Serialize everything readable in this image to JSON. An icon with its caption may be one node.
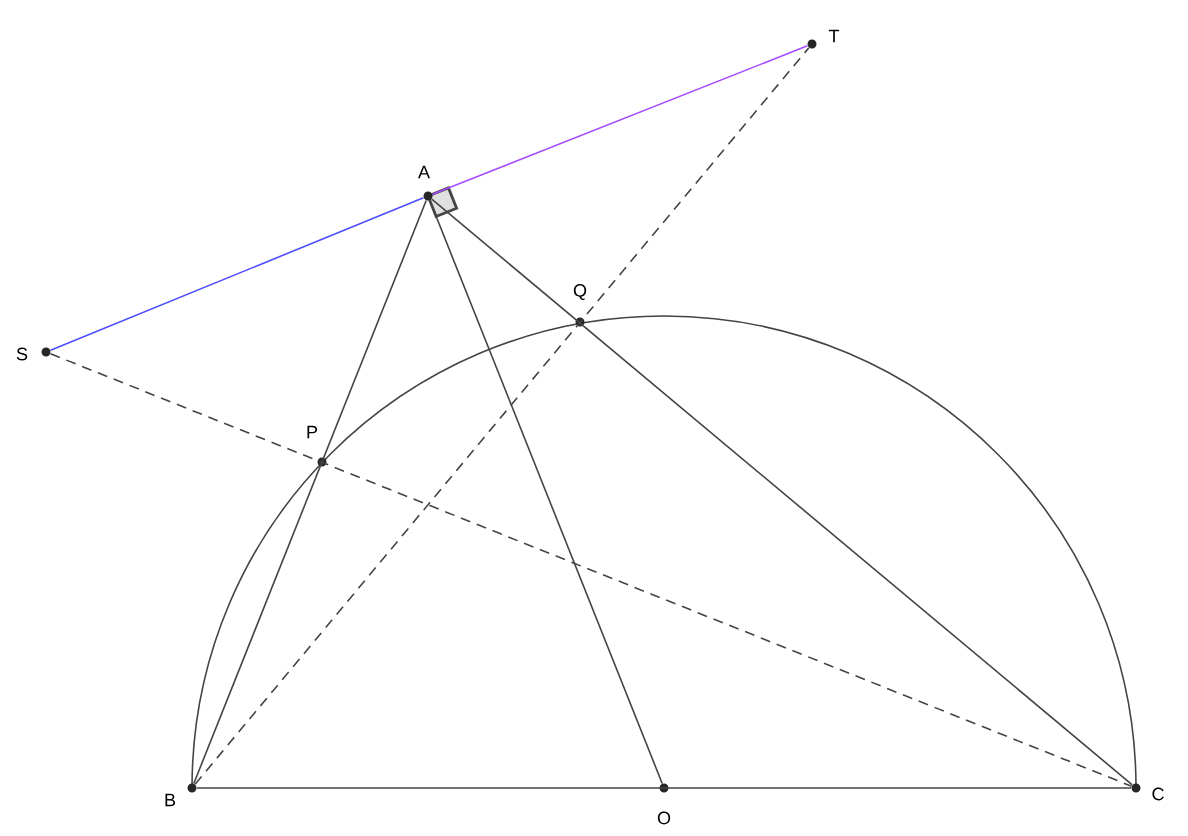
{
  "diagram": {
    "nodes": [
      {
        "text": [
          "T"
        ]
      },
      {
        "text": [
          "A"
        ]
      },
      {
        "text": [
          "S"
        ]
      },
      {
        "text": [
          "Q"
        ]
      },
      {
        "text": [
          "P"
        ]
      },
      {
        "text": [
          "B"
        ]
      },
      {
        "text": [
          "O"
        ]
      },
      {
        "text": [
          "C"
        ]
      }
    ],
    "edges": [
      {
        "from": 2,
        "to": 1,
        "arrow": "none",
        "color": "#4d4dff"
      },
      {
        "from": 1,
        "to": 0,
        "arrow": "none",
        "color": "#a64dff"
      },
      {
        "from": 1,
        "to": 5,
        "arrow": "none"
      },
      {
        "from": 1,
        "to": 6,
        "arrow": "none"
      },
      {
        "from": 1,
        "to": 7,
        "arrow": "none"
      },
      {
        "from": 5,
        "to": 7,
        "arrow": "none"
      },
      {
        "from": 5,
        "to": 0,
        "arrow": "none",
        "style": "dashed"
      },
      {
        "from": 2,
        "to": 7,
        "arrow": "none",
        "style": "dashed"
      }
    ]
  }
}
